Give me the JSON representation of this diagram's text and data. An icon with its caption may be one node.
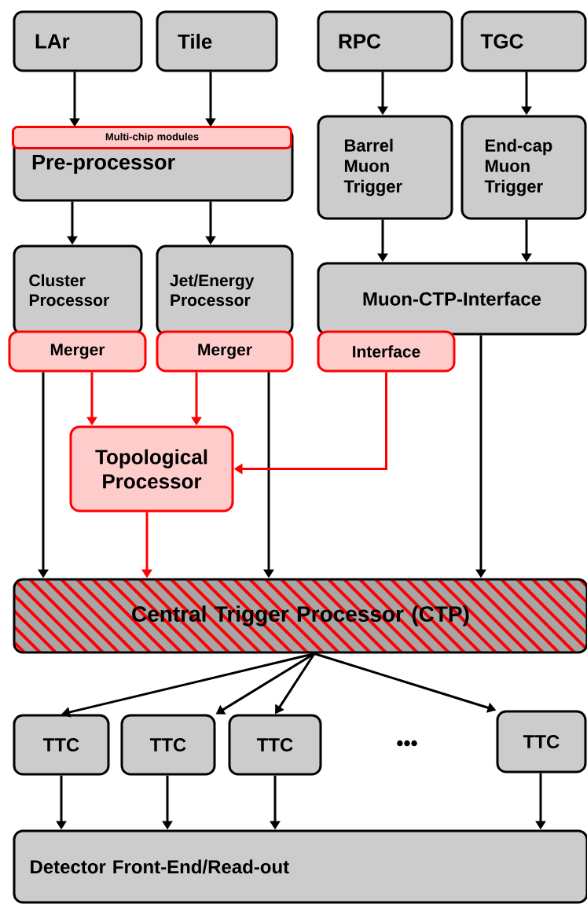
{
  "diagram": {
    "nodes": [
      {
        "text": [
          "LAr"
        ]
      },
      {
        "text": [
          "Tile"
        ]
      },
      {
        "text": [
          "RPC"
        ]
      },
      {
        "text": [
          "TGC"
        ]
      },
      {
        "text": [
          "Pre-processor"
        ]
      },
      {
        "text": [
          "Multi-chip modules"
        ],
        "in": 4
      },
      {
        "text": [
          "Barrel Muon Trigger"
        ]
      },
      {
        "text": [
          "End-cap Muon Trigger"
        ]
      },
      {
        "text": [
          "Cluster Processor"
        ]
      },
      {
        "text": [
          "Jet/Energy Processor"
        ]
      },
      {
        "text": [
          "Muon-CTP-Interface"
        ]
      },
      {
        "text": [
          "Merger"
        ]
      },
      {
        "text": [
          "Merger"
        ]
      },
      {
        "text": [
          "Interface"
        ]
      },
      {
        "text": [
          "Topological Processor"
        ]
      },
      {
        "text": [
          "Central Trigger Processor (CTP)"
        ]
      },
      {
        "text": [
          "TTC"
        ]
      },
      {
        "text": [
          "TTC"
        ]
      },
      {
        "text": [
          "TTC"
        ]
      },
      {
        "text": [
          "TTC"
        ]
      },
      {
        "text": [
          "Detector Front-End/Read-out"
        ]
      }
    ],
    "edges": [
      {
        "from": 0,
        "to": 4,
        "arrow": "to"
      },
      {
        "from": 1,
        "to": 4,
        "arrow": "to"
      },
      {
        "from": 2,
        "to": 6,
        "arrow": "to"
      },
      {
        "from": 3,
        "to": 7,
        "arrow": "to"
      },
      {
        "from": 4,
        "to": 8,
        "arrow": "to"
      },
      {
        "from": 4,
        "to": 9,
        "arrow": "to"
      },
      {
        "from": 6,
        "to": 10,
        "arrow": "to"
      },
      {
        "from": 7,
        "to": 10,
        "arrow": "to"
      },
      {
        "from": 11,
        "to": 15,
        "arrow": "to"
      },
      {
        "from": 11,
        "to": 14,
        "arrow": "to",
        "color": "#ff0000"
      },
      {
        "from": 12,
        "to": 14,
        "arrow": "to",
        "color": "#ff0000"
      },
      {
        "from": 12,
        "to": 15,
        "arrow": "to"
      },
      {
        "from": 13,
        "to": 14,
        "arrow": "to",
        "color": "#ff0000"
      },
      {
        "from": 10,
        "to": 15,
        "arrow": "to"
      },
      {
        "from": 14,
        "to": 15,
        "arrow": "to",
        "color": "#ff0000"
      },
      {
        "from": 15,
        "to": 16,
        "arrow": "to"
      },
      {
        "from": 15,
        "to": 17,
        "arrow": "to"
      },
      {
        "from": 15,
        "to": 18,
        "arrow": "to"
      },
      {
        "from": 15,
        "to": 19,
        "arrow": "to"
      },
      {
        "from": 16,
        "to": 20,
        "arrow": "to"
      },
      {
        "from": 17,
        "to": 20,
        "arrow": "to"
      },
      {
        "from": 18,
        "to": 20,
        "arrow": "to"
      },
      {
        "from": 19,
        "to": 20,
        "arrow": "to"
      }
    ],
    "labels": [
      "•••"
    ]
  }
}
